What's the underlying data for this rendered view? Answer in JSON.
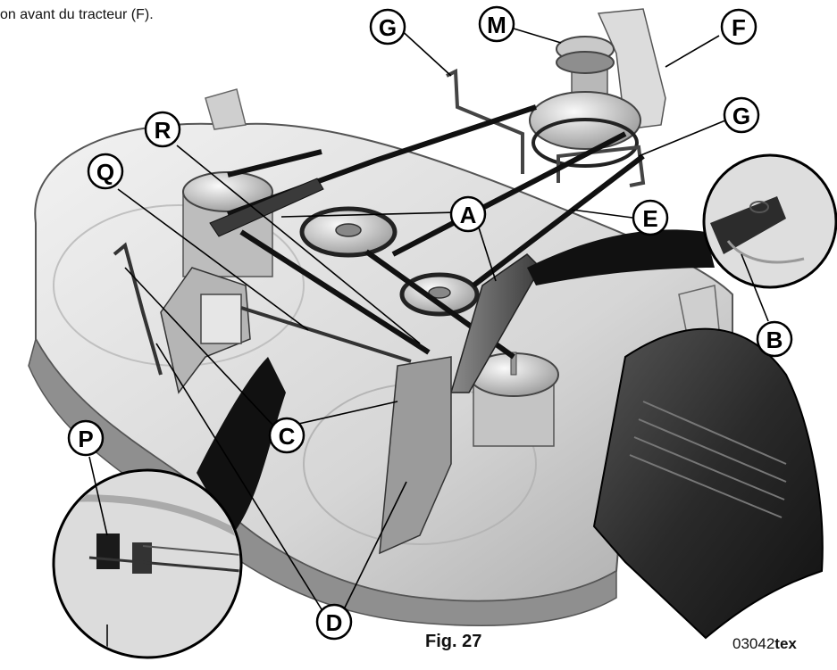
{
  "caption_top": "on avant du tracteur (F).",
  "figure_label": "Fig. 27",
  "image_code_prefix": "03042",
  "image_code_suffix": "tex",
  "callouts": {
    "A": "A",
    "B": "B",
    "C": "C",
    "D": "D",
    "E": "E",
    "F": "F",
    "G": "G",
    "M": "M",
    "P": "P",
    "Q": "Q",
    "R": "R"
  }
}
